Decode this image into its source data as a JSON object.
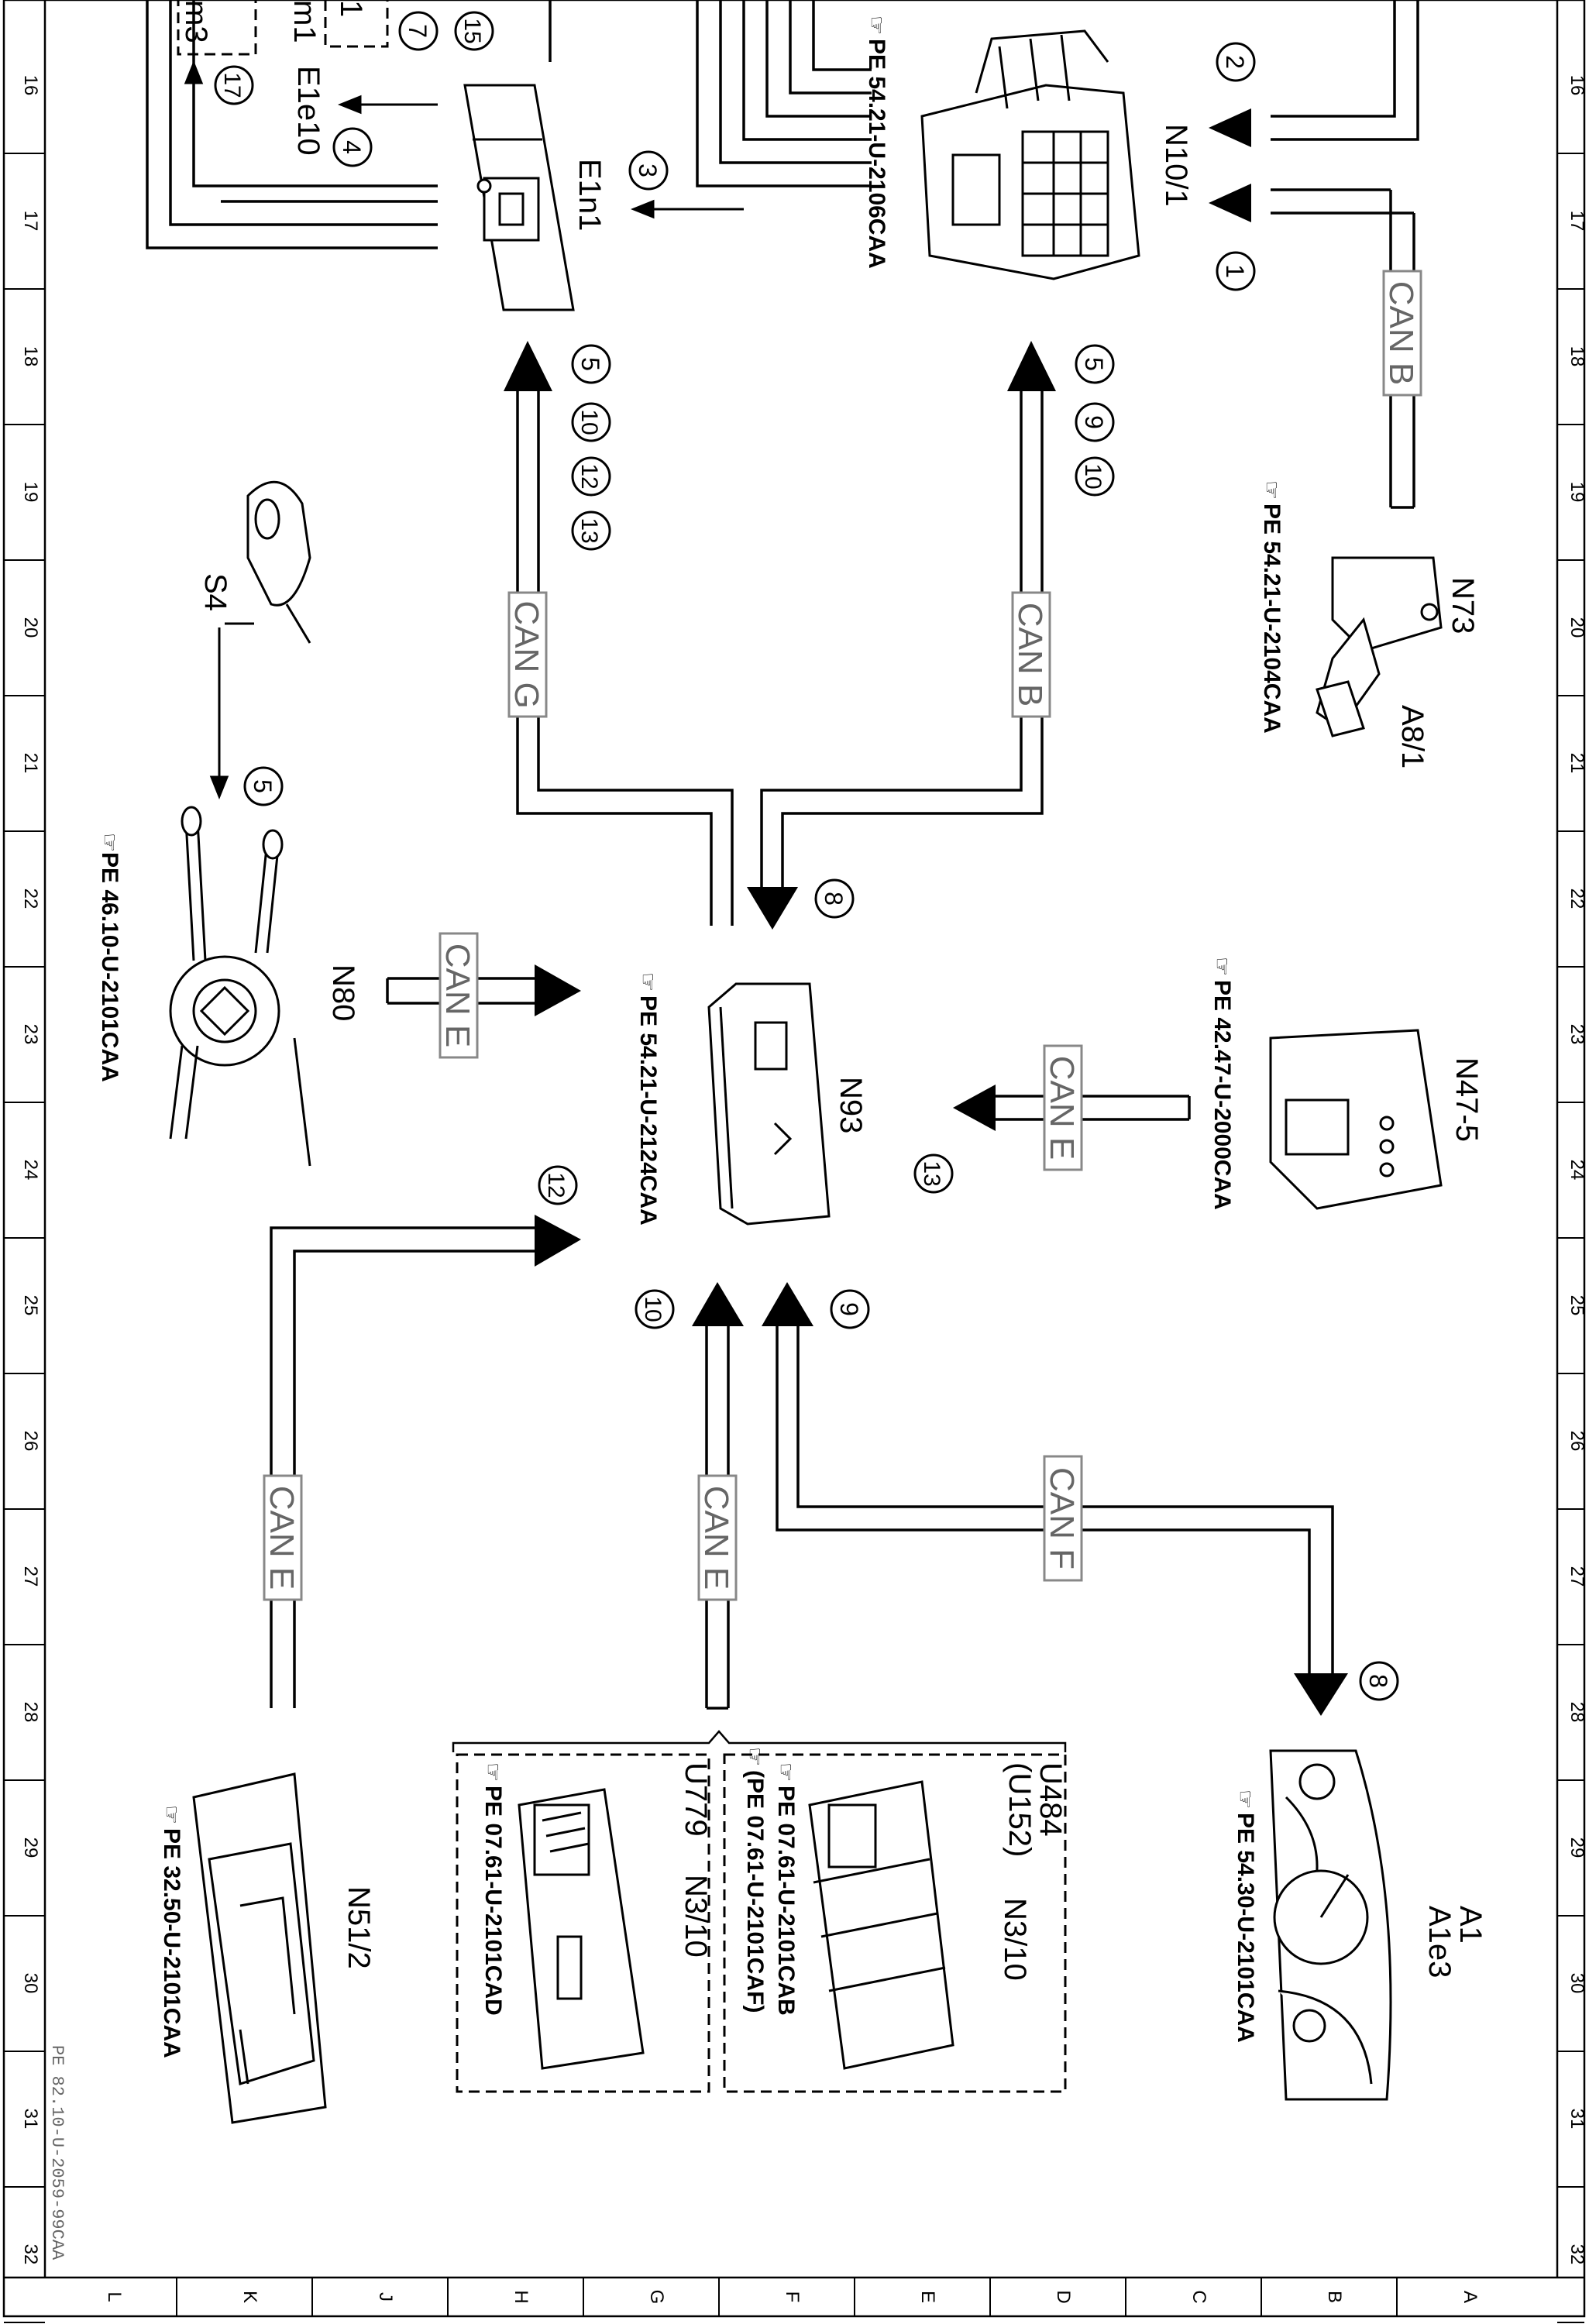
{
  "colors": {
    "line": "#000000",
    "label_box_fill": "#ffffff",
    "label_box_border": "#888888",
    "label_text": "#666666",
    "background": "#ffffff"
  },
  "frame": {
    "row_numbers": [
      "16",
      "17",
      "18",
      "19",
      "20",
      "21",
      "22",
      "23",
      "24",
      "25",
      "26",
      "27",
      "28",
      "29",
      "30",
      "31",
      "32"
    ],
    "column_letters": [
      "L",
      "K",
      "J",
      "H",
      "G",
      "F",
      "E",
      "D",
      "C",
      "B",
      "A"
    ],
    "document_code": "PE 82.10-U-2059-99CAA"
  },
  "components": [
    {
      "id": "N10/1",
      "ref": "PE 54.21-U-2106CAA",
      "icon": "connector-module-icon"
    },
    {
      "id": "E1n1",
      "ref": "",
      "icon": "lamp-module-icon"
    },
    {
      "id": "N73",
      "label2": "A8/1",
      "ref": "PE 54.21-U-2104CAA",
      "icon": "ignition-switch-icon"
    },
    {
      "id": "S4",
      "ref": "",
      "icon": "stalk-switch-icon"
    },
    {
      "id": "N80",
      "ref": "PE 46.10-U-2101CAA",
      "icon": "steering-column-module-icon"
    },
    {
      "id": "N93",
      "ref": "PE 54.21-U-2124CAA",
      "icon": "gateway-module-icon"
    },
    {
      "id": "N47-5",
      "ref": "PE 42.47-U-2000CAA",
      "icon": "esp-unit-icon"
    },
    {
      "id": "N51/2",
      "ref": "PE 32.50-U-2101CAA",
      "icon": "control-unit-icon"
    },
    {
      "id": "A1",
      "label2": "A1e3",
      "ref": "PE 54.30-U-2101CAA",
      "icon": "instrument-cluster-icon"
    },
    {
      "id": "N3/10",
      "label2": "U484",
      "label3": "(U152)",
      "ref": "PE 07.61-U-2101CAB",
      "ref2": "(PE 07.61-U-2101CAF)",
      "icon": "engine-ecu-icon"
    },
    {
      "id": "N3/10",
      "label2": "U779",
      "ref": "PE 07.61-U-2101CAD",
      "icon": "engine-ecu-icon"
    }
  ],
  "bus_labels": [
    "CAN B",
    "CAN B",
    "CAN G",
    "CAN E",
    "CAN E",
    "CAN E",
    "CAN E",
    "CAN F"
  ],
  "markers": [
    "1",
    "2",
    "3",
    "4",
    "5",
    "5",
    "5",
    "7",
    "8",
    "8",
    "9",
    "9",
    "10",
    "10",
    "10",
    "12",
    "12",
    "13",
    "13",
    "15",
    "17"
  ],
  "partial_labels": {
    "e1e10": "E1e10",
    "m1": "m1",
    "m3": "m3",
    "box1": "1"
  }
}
